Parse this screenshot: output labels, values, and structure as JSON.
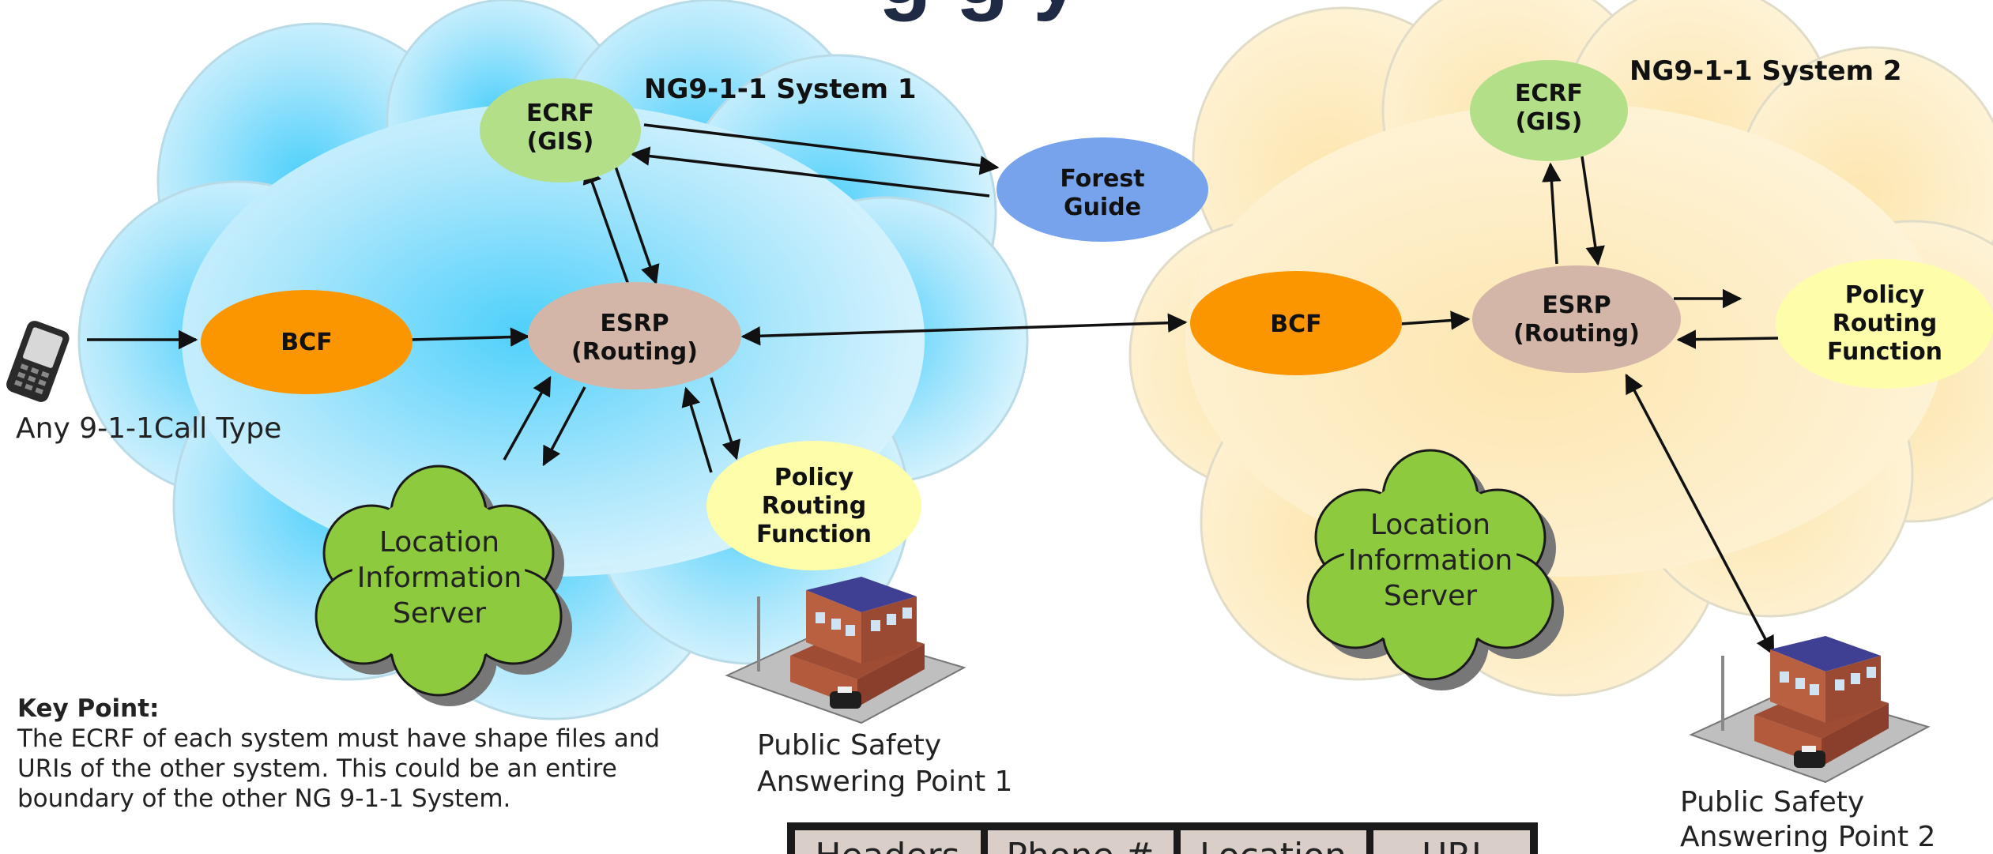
{
  "page": {
    "title_fragment": "g   g y"
  },
  "systems": [
    {
      "label": "NG9-1-1 System 1"
    },
    {
      "label": "NG9-1-1 System 2"
    }
  ],
  "nodes": {
    "ecrf1": {
      "line1": "ECRF",
      "line2": "(GIS)"
    },
    "forest": {
      "line1": "Forest",
      "line2": "Guide"
    },
    "bcf1": {
      "line1": "BCF"
    },
    "esrp1": {
      "line1": "ESRP",
      "line2": "(Routing)"
    },
    "prf1": {
      "line1": "Policy",
      "line2": "Routing",
      "line3": "Function"
    },
    "lis1": {
      "line1": "Location",
      "line2": "Information",
      "line3": "Server"
    },
    "ecrf2": {
      "line1": "ECRF",
      "line2": "(GIS)"
    },
    "bcf2": {
      "line1": "BCF"
    },
    "esrp2": {
      "line1": "ESRP",
      "line2": "(Routing)"
    },
    "prf2": {
      "line1": "Policy",
      "line2": "Routing",
      "line3": "Function"
    },
    "lis2": {
      "line1": "Location",
      "line2": "Information",
      "line3": "Server"
    }
  },
  "labels": {
    "caller": "Any 9-1-1Call Type",
    "psap1_line1": "Public Safety",
    "psap1_line2": "Answering Point 1",
    "psap2_line1": "Public Safety",
    "psap2_line2": "Answering Point 2"
  },
  "key_point": {
    "heading": "Key Point:",
    "text": "The ECRF of each system must have shape files and URIs of the other system. This could be an entire boundary of the other NG 9-1-1 System."
  },
  "table_headers": [
    "Headers",
    "Phone #",
    "Location",
    "URI"
  ],
  "colors": {
    "cloud1": "#4fd0fb",
    "cloud2": "#fde9b8",
    "ecrf": "#b3df88",
    "forest": "#76a3ec",
    "bcf": "#fb9601",
    "esrp": "#d3b6a8",
    "prf": "#fefeaa",
    "lis": "#8dca3e"
  }
}
